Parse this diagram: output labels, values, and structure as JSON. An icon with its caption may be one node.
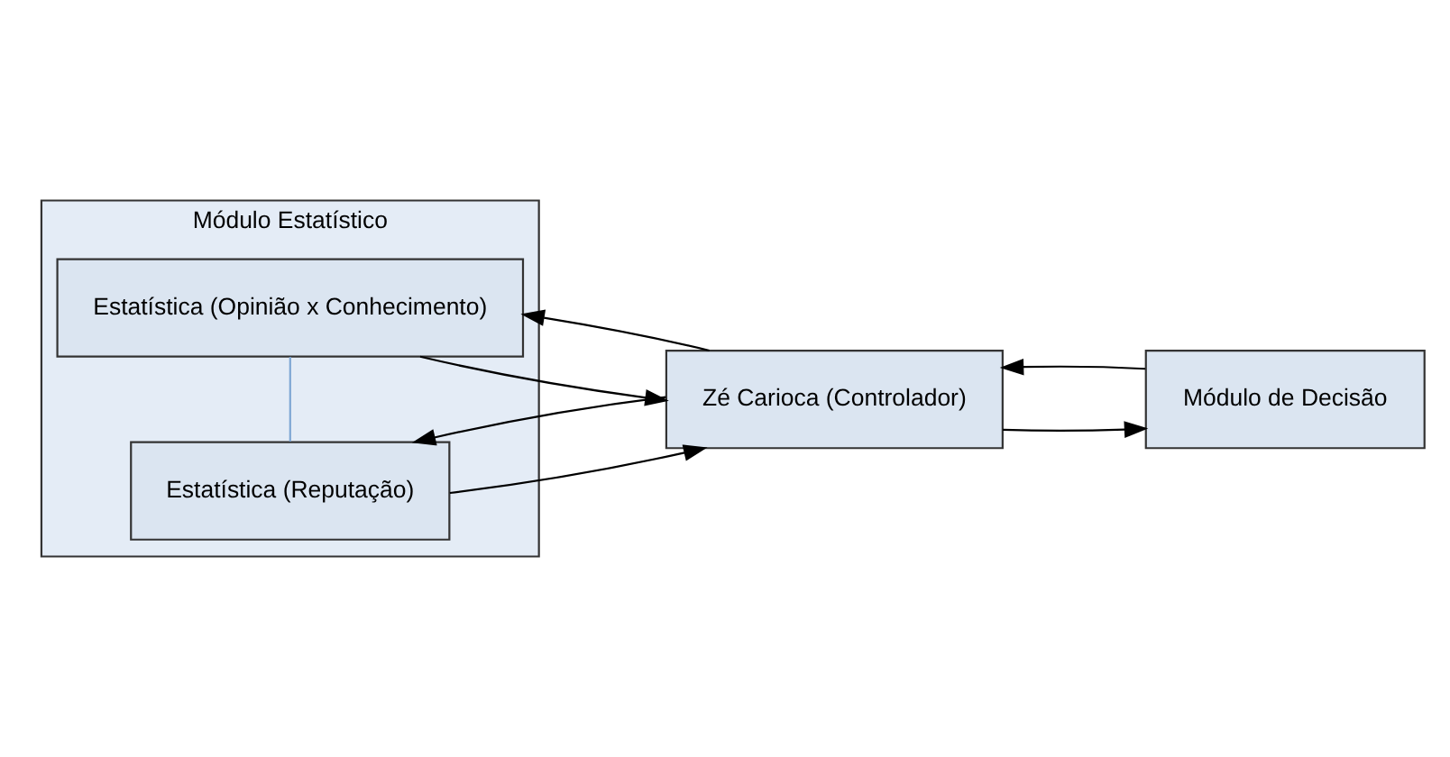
{
  "diagram": {
    "nodes": [
      {
        "text": [
          "Módulo Estatístico"
        ]
      },
      {
        "text": [
          "Estatística (Opinião x Conhecimento)"
        ],
        "in": 0
      },
      {
        "text": [
          "Estatística (Reputação)"
        ],
        "in": 0
      },
      {
        "text": [
          "Zé Carioca (Controlador)"
        ]
      },
      {
        "text": [
          "Módulo de Decisão"
        ]
      }
    ],
    "edges": [
      {
        "from": 1,
        "to": 3,
        "arrow": "to"
      },
      {
        "from": 3,
        "to": 1,
        "arrow": "to"
      },
      {
        "from": 3,
        "to": 4,
        "arrow": "to"
      },
      {
        "from": 4,
        "to": 3,
        "arrow": "to"
      },
      {
        "from": 1,
        "to": 2,
        "arrow": "none",
        "color": "#7fa7d4"
      },
      {
        "from": 2,
        "to": 3,
        "arrow": "to"
      },
      {
        "from": 3,
        "to": 2,
        "arrow": "to"
      }
    ]
  }
}
